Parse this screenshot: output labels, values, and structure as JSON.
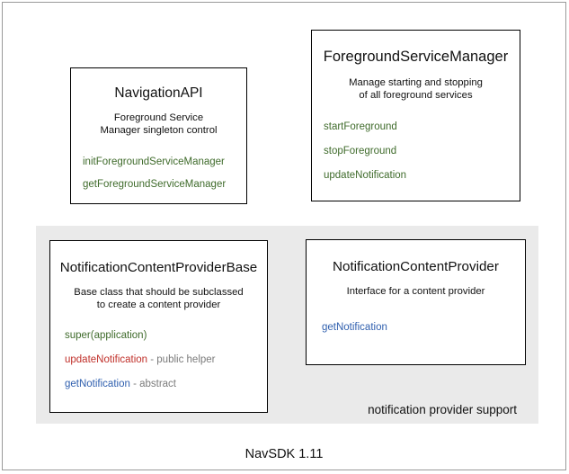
{
  "diagram": {
    "footer_caption": "NavSDK 1.11",
    "group_region": {
      "label": "notification provider support"
    },
    "boxes": [
      {
        "id": "navigation-api",
        "title": "NavigationAPI",
        "description_line1": "Foreground Service",
        "description_line2": "Manager singleton control",
        "members": [
          {
            "name": "initForegroundServiceManager",
            "suffix": "",
            "color": "#3f6b2b"
          },
          {
            "name": "getForegroundServiceManager",
            "suffix": "",
            "color": "#3f6b2b"
          }
        ]
      },
      {
        "id": "foreground-service-manager",
        "title": "ForegroundServiceManager",
        "description_line1": "Manage starting and stopping",
        "description_line2": "of all foreground services",
        "members": [
          {
            "name": "startForeground",
            "suffix": "",
            "color": "#3f6b2b"
          },
          {
            "name": "stopForeground",
            "suffix": "",
            "color": "#3f6b2b"
          },
          {
            "name": "updateNotification",
            "suffix": "",
            "color": "#3f6b2b"
          }
        ]
      },
      {
        "id": "notification-content-provider-base",
        "title": "NotificationContentProviderBase",
        "description_line1": "Base class that should be subclassed",
        "description_line2": "to create a content provider",
        "members": [
          {
            "name": "super(application)",
            "suffix": "",
            "color": "#3f6b2b"
          },
          {
            "name": "updateNotification",
            "suffix": " - public helper",
            "color": "#c0302a"
          },
          {
            "name": "getNotification",
            "suffix": " - abstract",
            "color": "#2f5fae"
          }
        ]
      },
      {
        "id": "notification-content-provider",
        "title": "NotificationContentProvider",
        "description_line1": "Interface for a content provider",
        "description_line2": "",
        "members": [
          {
            "name": "getNotification",
            "suffix": "",
            "color": "#2f5fae"
          }
        ]
      }
    ]
  },
  "colors": {
    "green": "#3f6b2b",
    "red": "#c0302a",
    "blue": "#2f5fae",
    "gray_text": "#7b7b7b",
    "group_background": "#eaeaea",
    "box_border": "#000000",
    "frame_border": "#9a9a9a"
  }
}
